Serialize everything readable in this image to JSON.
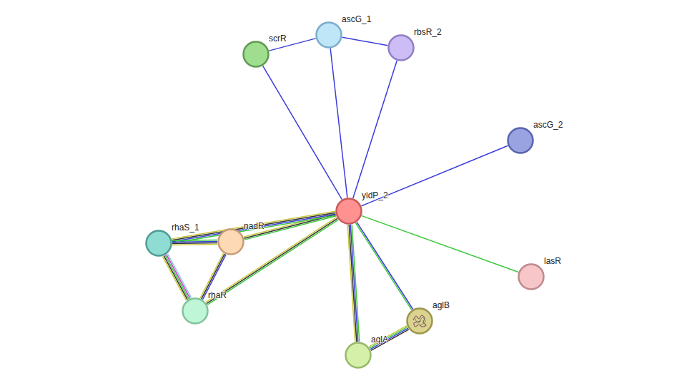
{
  "diagram": {
    "nodes": [
      {
        "text": [
          "scrR"
        ]
      },
      {
        "text": [
          "ascG_1"
        ]
      },
      {
        "text": [
          "rbsR_2"
        ]
      },
      {
        "text": [
          "ascG_2"
        ]
      },
      {
        "text": [
          "yidP_2"
        ]
      },
      {
        "text": [
          "rhaS_1"
        ]
      },
      {
        "text": [
          "nadR"
        ]
      },
      {
        "text": [
          "lasR"
        ]
      },
      {
        "text": [
          "rhaR"
        ]
      },
      {
        "text": [
          "aglB"
        ]
      },
      {
        "text": [
          "aglA"
        ]
      }
    ],
    "edges": [
      {
        "from": 0,
        "to": 1,
        "arrow": "none"
      },
      {
        "from": 1,
        "to": 2,
        "arrow": "none"
      },
      {
        "from": 4,
        "to": 0,
        "arrow": "none"
      },
      {
        "from": 4,
        "to": 1,
        "arrow": "none"
      },
      {
        "from": 4,
        "to": 2,
        "arrow": "none"
      },
      {
        "from": 4,
        "to": 3,
        "arrow": "none"
      },
      {
        "from": 4,
        "to": 7,
        "arrow": "none"
      },
      {
        "from": 4,
        "to": 6,
        "arrow": "none"
      },
      {
        "from": 4,
        "to": 5,
        "arrow": "none"
      },
      {
        "from": 4,
        "to": 8,
        "arrow": "none"
      },
      {
        "from": 4,
        "to": 10,
        "arrow": "none"
      },
      {
        "from": 4,
        "to": 9,
        "arrow": "none"
      },
      {
        "from": 5,
        "to": 6,
        "arrow": "none"
      },
      {
        "from": 5,
        "to": 8,
        "arrow": "none"
      },
      {
        "from": 6,
        "to": 8,
        "arrow": "none"
      },
      {
        "from": 10,
        "to": 9,
        "arrow": "none"
      }
    ]
  }
}
